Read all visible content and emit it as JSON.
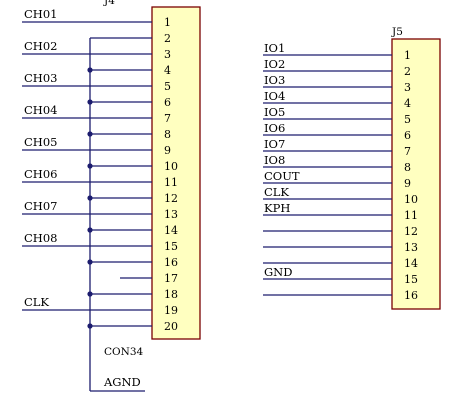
{
  "j4": {
    "designator": "J4",
    "part": "CON34",
    "ground_net": "AGND",
    "pins": [
      {
        "num": "1",
        "net": "CH01"
      },
      {
        "num": "2",
        "net": "",
        "gnd": true
      },
      {
        "num": "3",
        "net": "CH02"
      },
      {
        "num": "4",
        "net": "",
        "gnd": true
      },
      {
        "num": "5",
        "net": "CH03"
      },
      {
        "num": "6",
        "net": "",
        "gnd": true
      },
      {
        "num": "7",
        "net": "CH04"
      },
      {
        "num": "8",
        "net": "",
        "gnd": true
      },
      {
        "num": "9",
        "net": "CH05"
      },
      {
        "num": "10",
        "net": "",
        "gnd": true
      },
      {
        "num": "11",
        "net": "CH06"
      },
      {
        "num": "12",
        "net": "",
        "gnd": true
      },
      {
        "num": "13",
        "net": "CH07"
      },
      {
        "num": "14",
        "net": "",
        "gnd": true
      },
      {
        "num": "15",
        "net": "CH08"
      },
      {
        "num": "16",
        "net": "",
        "gnd": true
      },
      {
        "num": "17",
        "net": "",
        "short": true
      },
      {
        "num": "18",
        "net": "",
        "gnd": true
      },
      {
        "num": "19",
        "net": "CLK"
      },
      {
        "num": "20",
        "net": "",
        "gnd": true
      }
    ]
  },
  "j5": {
    "designator": "J5",
    "pins": [
      {
        "num": "1",
        "net": "IO1"
      },
      {
        "num": "2",
        "net": "IO2"
      },
      {
        "num": "3",
        "net": "IO3"
      },
      {
        "num": "4",
        "net": "IO4"
      },
      {
        "num": "5",
        "net": "IO5"
      },
      {
        "num": "6",
        "net": "IO6"
      },
      {
        "num": "7",
        "net": "IO7"
      },
      {
        "num": "8",
        "net": "IO8"
      },
      {
        "num": "9",
        "net": "COUT"
      },
      {
        "num": "10",
        "net": "CLK"
      },
      {
        "num": "11",
        "net": "KPH"
      },
      {
        "num": "12",
        "net": ""
      },
      {
        "num": "13",
        "net": ""
      },
      {
        "num": "14",
        "net": ""
      },
      {
        "num": "15",
        "net": "GND"
      },
      {
        "num": "16",
        "net": ""
      }
    ]
  }
}
